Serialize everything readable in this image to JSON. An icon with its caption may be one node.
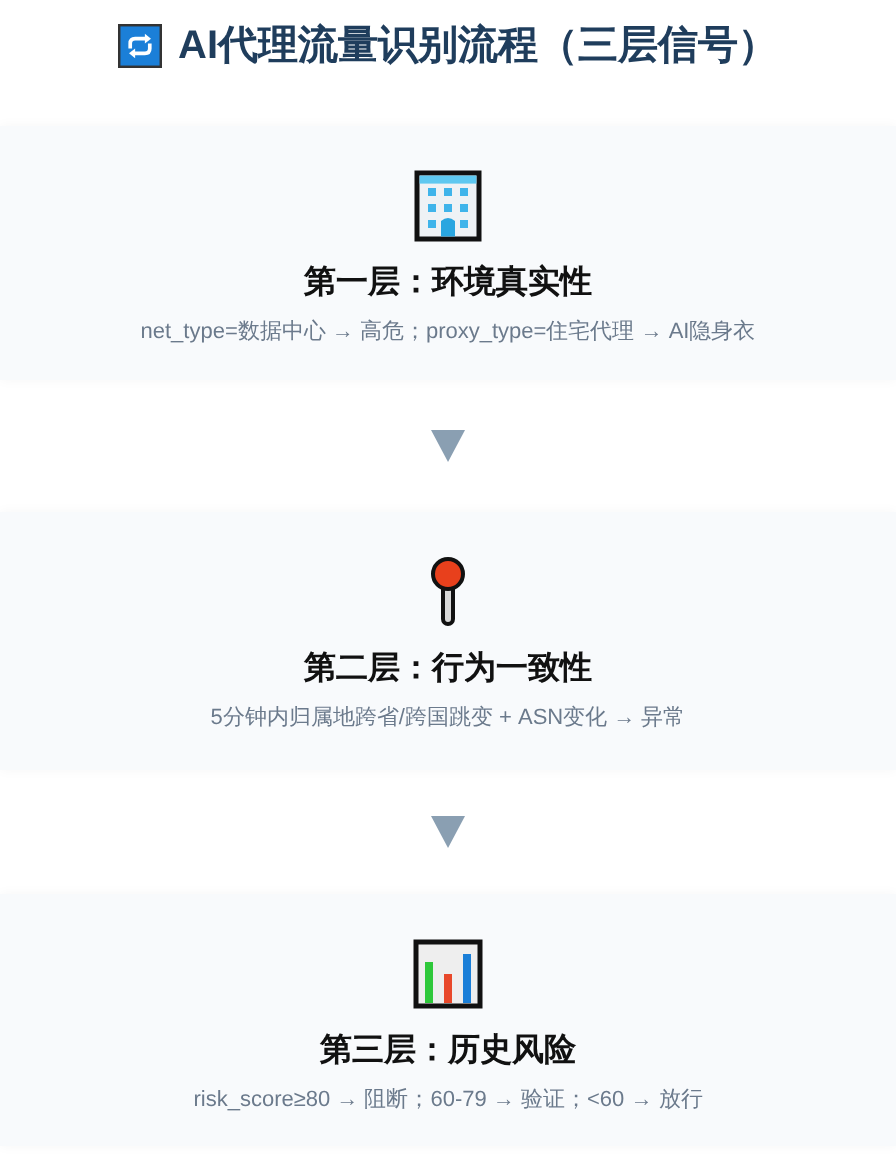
{
  "diagram": {
    "title": "AI代理流量识别流程（三层信号）",
    "nodes": [
      {
        "text": [
          "第一层：环境真实性",
          "net_type=数据中心 → 高危；proxy_type=住宅代理 → AI隐身衣"
        ]
      },
      {
        "text": [
          "第二层：行为一致性",
          "5分钟内归属地跨省/跨国跳变 + ASN变化 → 异常"
        ]
      },
      {
        "text": [
          "第三层：历史风险",
          "risk_score≥80 → 阻断；60-79 → 验证；<60 → 放行"
        ]
      }
    ],
    "edges": [
      {
        "from": 0,
        "to": 1,
        "arrow": "to"
      },
      {
        "from": 1,
        "to": 2,
        "arrow": "to"
      }
    ]
  }
}
